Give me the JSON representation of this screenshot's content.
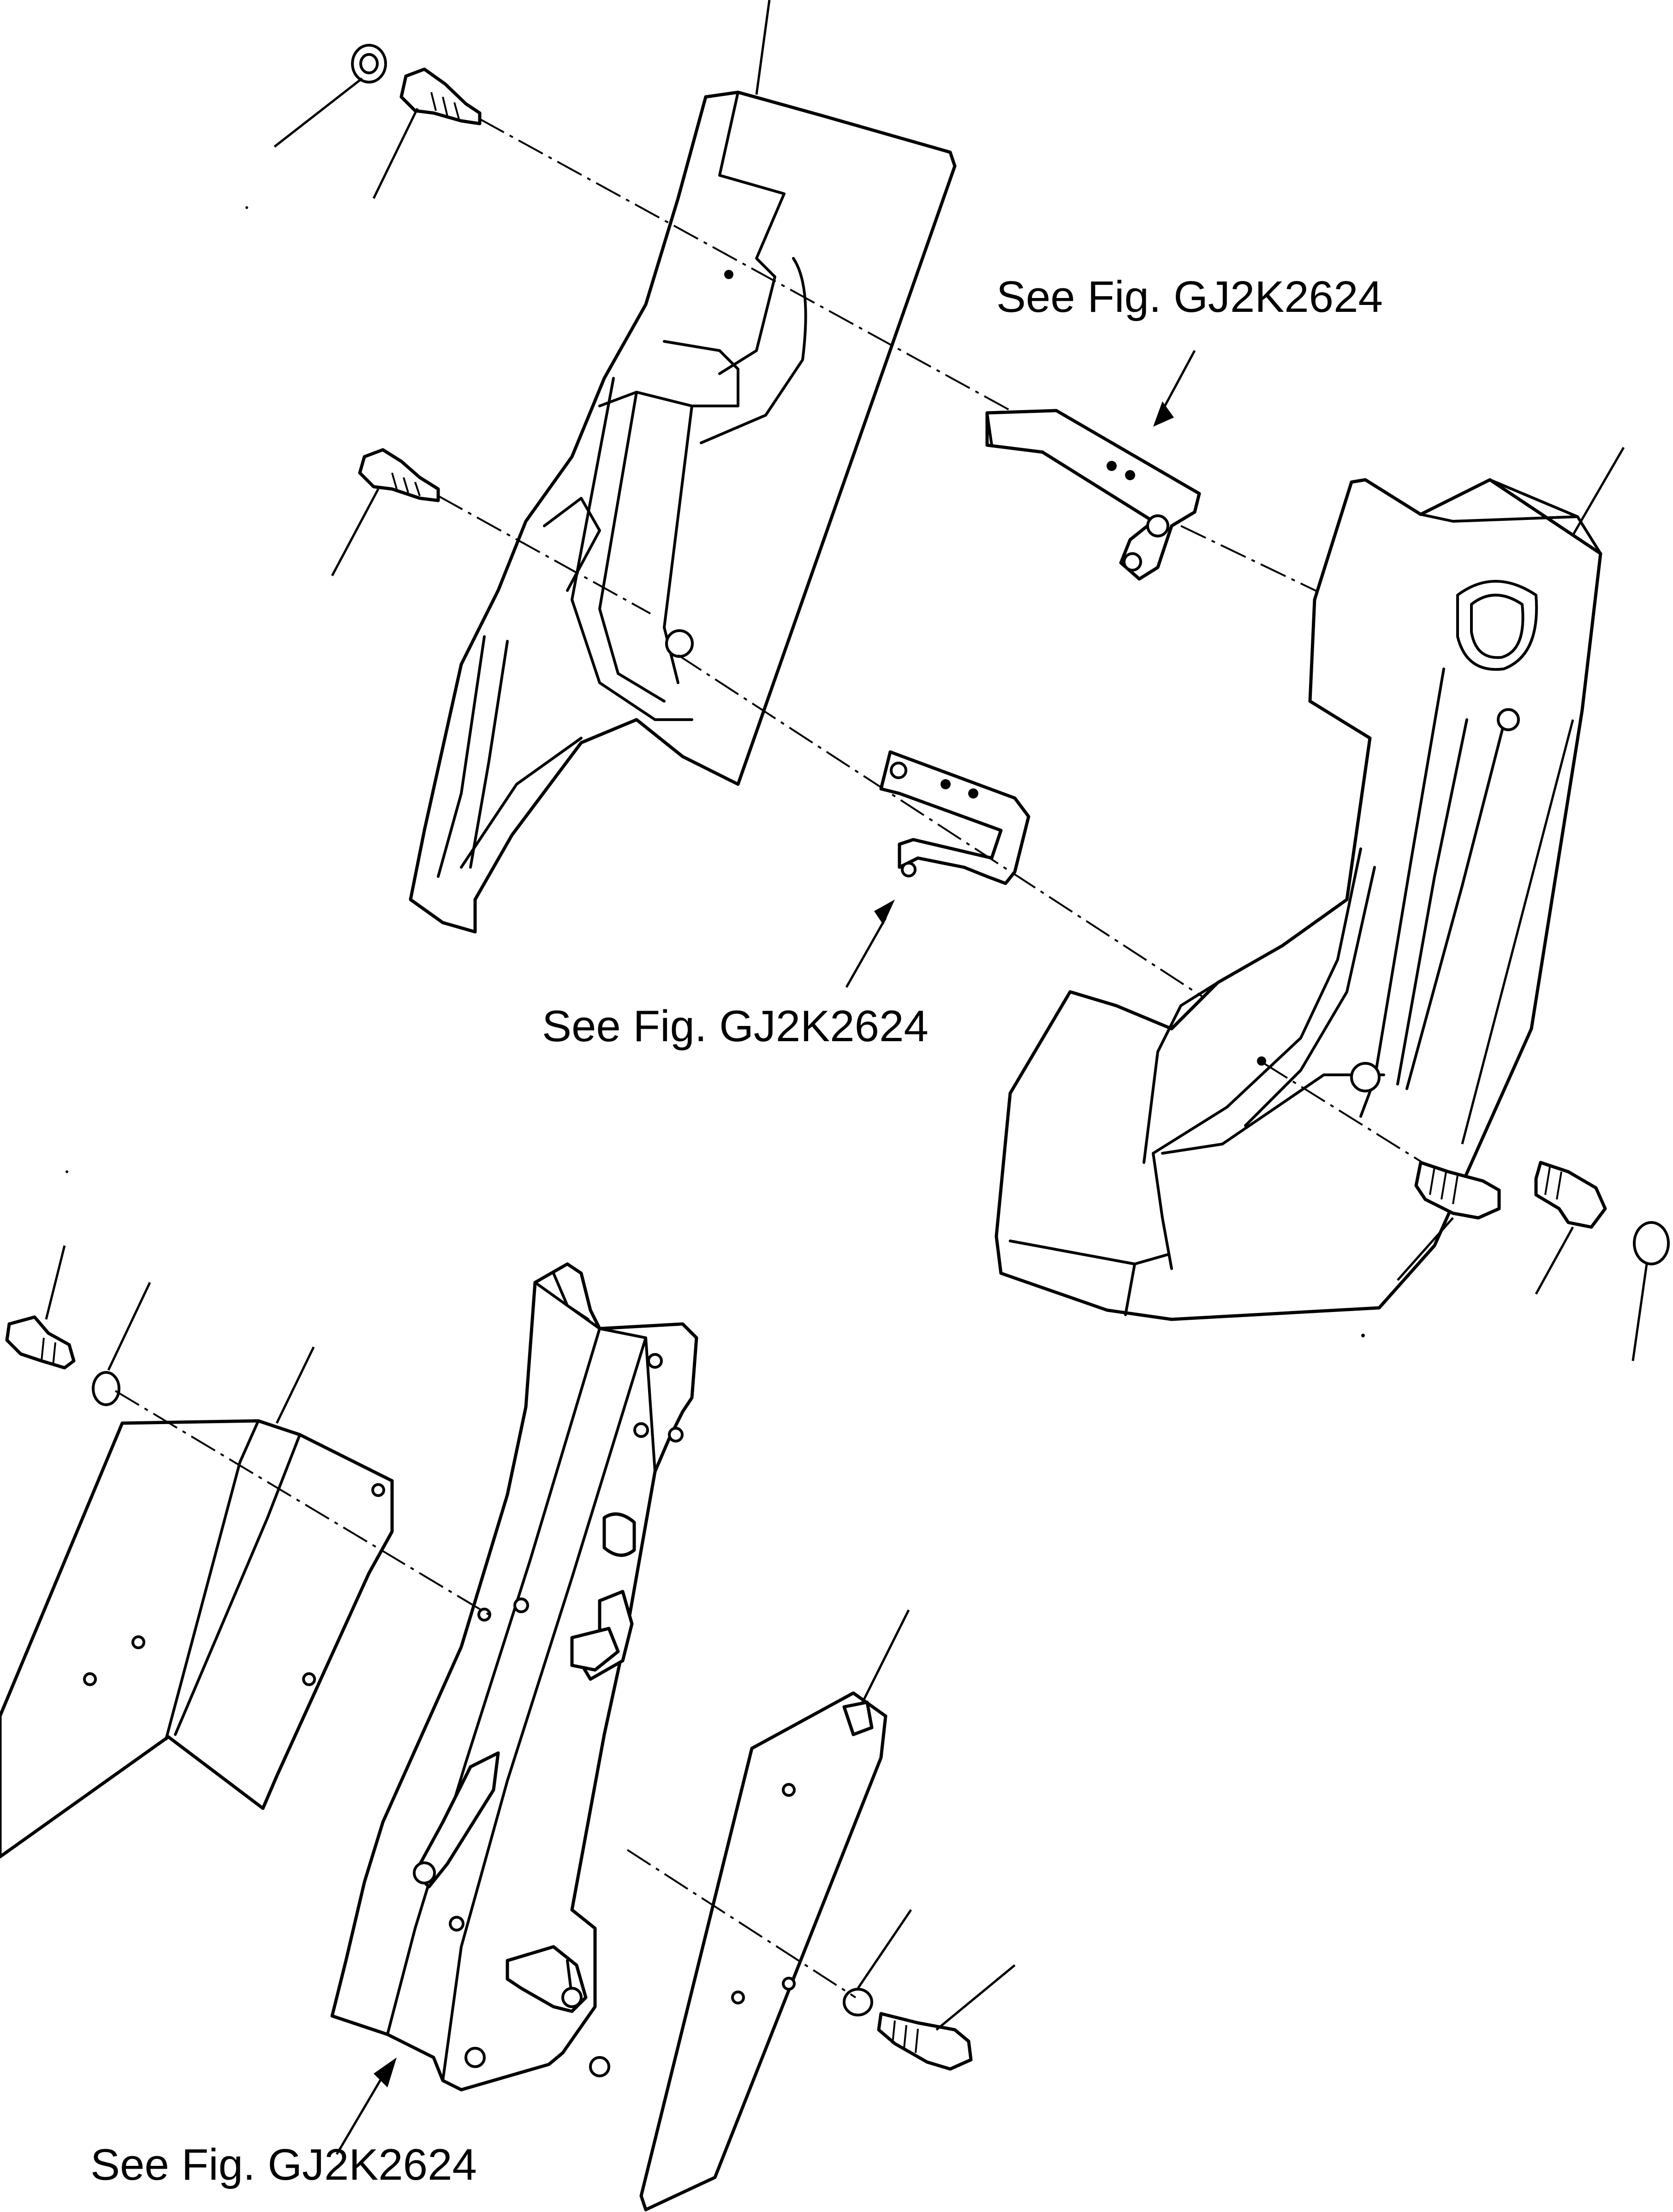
{
  "figure": {
    "references": [
      {
        "text": "See  Fig. GJ2K2624"
      },
      {
        "text": "See  Fig. GJ2K2624"
      },
      {
        "text": "See  Fig. GJ2K2624"
      }
    ]
  }
}
